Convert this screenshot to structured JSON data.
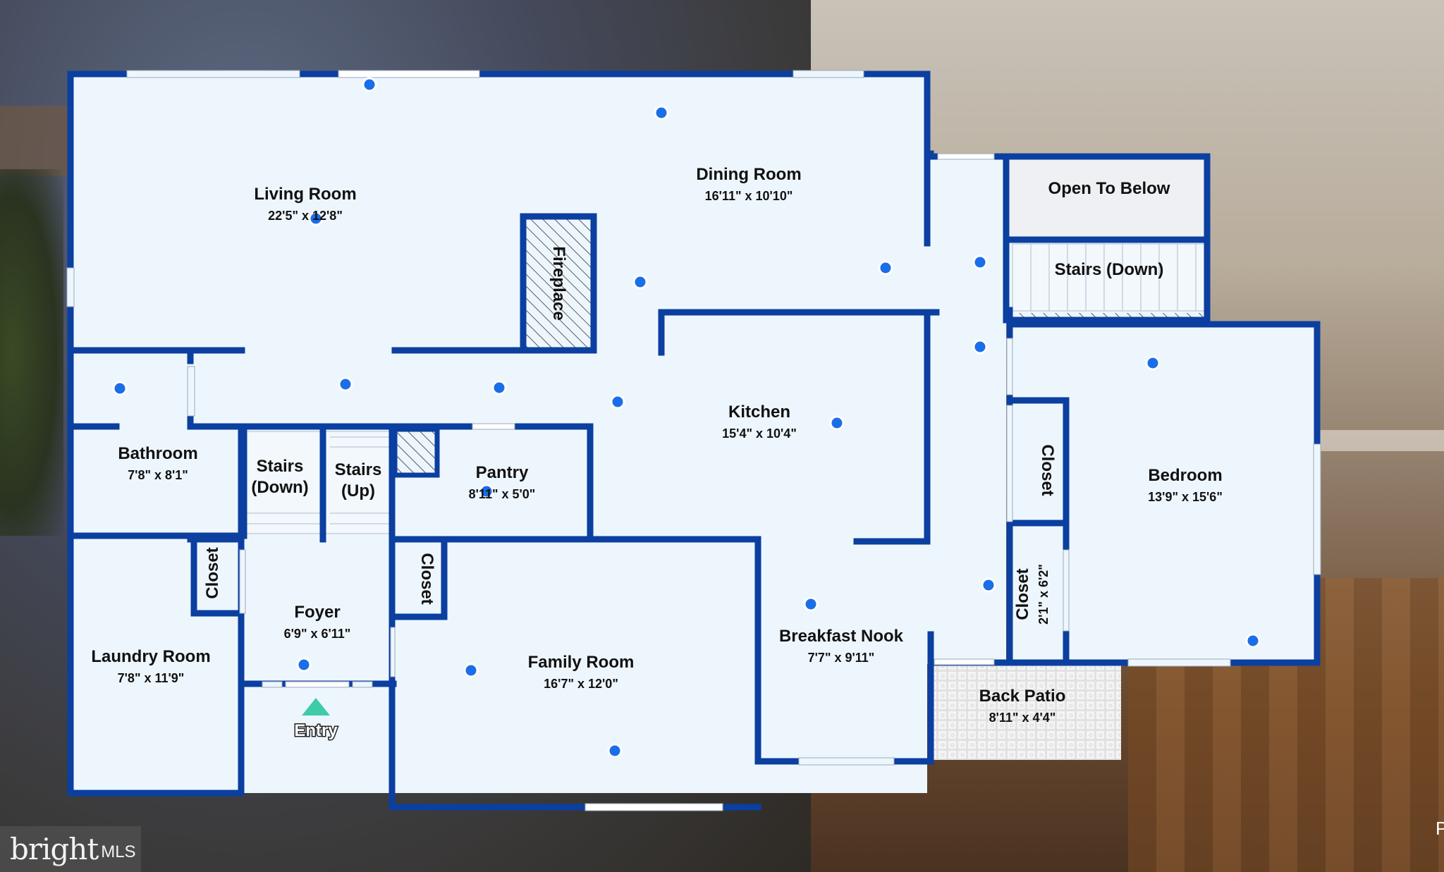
{
  "rooms": {
    "living_room": {
      "name": "Living Room",
      "dims": "22'5\" x 12'8\""
    },
    "dining_room": {
      "name": "Dining Room",
      "dims": "16'11\" x 10'10\""
    },
    "open_to_below": {
      "name": "Open To Below"
    },
    "stairs_down_right": {
      "name": "Stairs (Down)"
    },
    "fireplace": {
      "name": "Fireplace"
    },
    "kitchen": {
      "name": "Kitchen",
      "dims": "15'4\" x 10'4\""
    },
    "bathroom": {
      "name": "Bathroom",
      "dims": "7'8\" x 8'1\""
    },
    "stairs_down_left": {
      "line1": "Stairs",
      "line2": "(Down)"
    },
    "stairs_up": {
      "line1": "Stairs",
      "line2": "(Up)"
    },
    "pantry": {
      "name": "Pantry",
      "dims": "8'11\" x 5'0\""
    },
    "closet_right_upper": {
      "name": "Closet"
    },
    "bedroom": {
      "name": "Bedroom",
      "dims": "13'9\" x 15'6\""
    },
    "closet_left": {
      "name": "Closet"
    },
    "foyer": {
      "name": "Foyer",
      "dims": "6'9\" x 6'11\""
    },
    "closet_mid": {
      "name": "Closet"
    },
    "closet_right_lower": {
      "name": "Closet",
      "dims": "2'1\" x 6'2\""
    },
    "laundry_room": {
      "name": "Laundry Room",
      "dims": "7'8\" x 11'9\""
    },
    "family_room": {
      "name": "Family Room",
      "dims": "16'7\" x 12'0\""
    },
    "breakfast_nook": {
      "name": "Breakfast Nook",
      "dims": "7'7\" x 9'11\""
    },
    "back_patio": {
      "name": "Back Patio",
      "dims": "8'11\" x 4'4\""
    }
  },
  "entry": {
    "label": "Entry"
  },
  "logo": {
    "brand": "bright",
    "suffix": "MLS"
  },
  "corner_text": "P",
  "colors": {
    "wall": "#0b3fa0",
    "floor": "#eef6fd",
    "hotspot": "#1a6ee8",
    "entry_marker": "#3ecba8"
  }
}
